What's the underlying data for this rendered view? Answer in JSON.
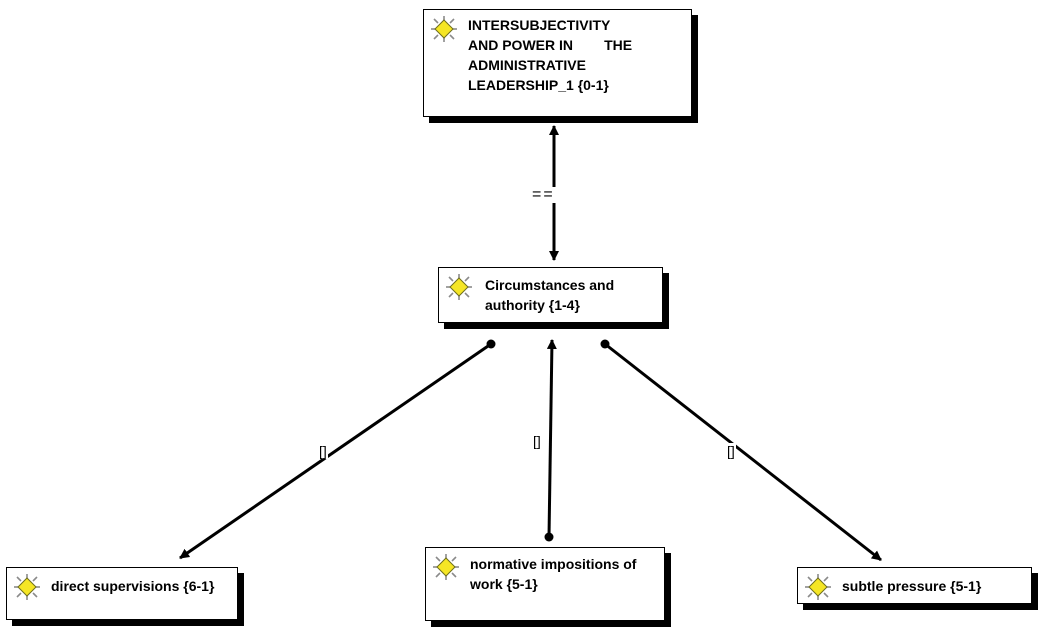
{
  "nodes": {
    "top": {
      "label": "INTERSUBJECTIVITY\nAND POWER IN        THE\nADMINISTRATIVE\nLEADERSHIP_1 {0-1}"
    },
    "mid": {
      "label": "Circumstances and authority {1-4}"
    },
    "left": {
      "label": "direct supervisions {6-1}"
    },
    "center": {
      "label": "normative impositions of work {5-1}"
    },
    "right": {
      "label": "subtle pressure {5-1}"
    }
  },
  "links": {
    "top_mid": "==",
    "mid_left": "[]",
    "mid_center": "[]",
    "mid_right": "[]"
  },
  "colors": {
    "icon_fill": "#f5e625",
    "icon_stroke": "#8a8a8a",
    "line": "#000000"
  }
}
